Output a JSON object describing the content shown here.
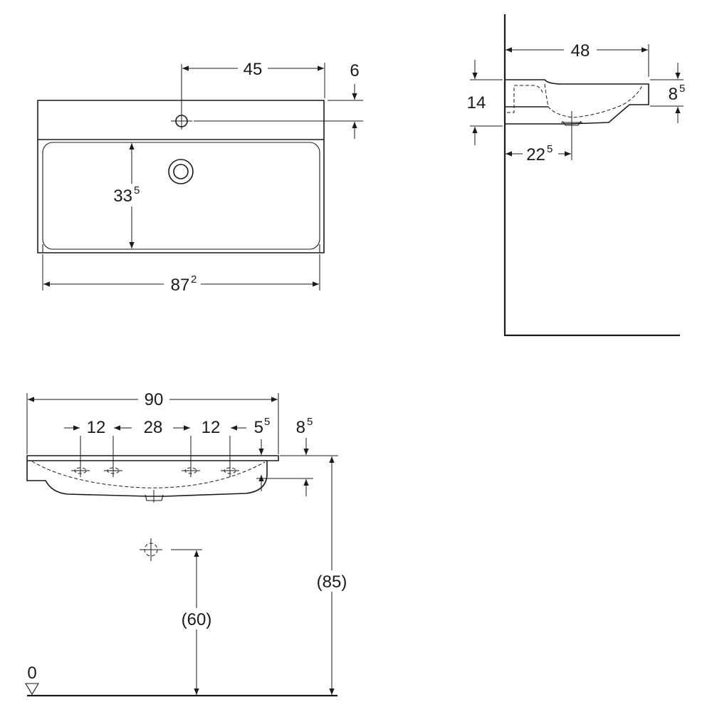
{
  "colors": {
    "line": "#1a1a1a",
    "background": "#ffffff"
  },
  "top_view": {
    "tap_offset": {
      "main": "45"
    },
    "tap_hole_depth": {
      "main": "6"
    },
    "basin_depth": {
      "main": "33",
      "sup": "5"
    },
    "basin_width": {
      "main": "87",
      "sup": "2"
    }
  },
  "side_view": {
    "depth": {
      "main": "48"
    },
    "height": {
      "main": "14"
    },
    "rim_height": {
      "main": "8",
      "sup": "5"
    },
    "drain_offset": {
      "main": "22",
      "sup": "5"
    }
  },
  "front_view": {
    "overall_width": {
      "main": "90"
    },
    "hole_spacing_1": {
      "main": "12"
    },
    "hole_spacing_2": {
      "main": "28"
    },
    "hole_spacing_3": {
      "main": "12"
    },
    "hole_spacing_4": {
      "main": "5",
      "sup": "5"
    },
    "rim_height": {
      "main": "8",
      "sup": "5"
    },
    "mount_height": {
      "main": "(85)"
    },
    "drain_height": {
      "main": "(60)"
    },
    "floor_level": {
      "main": "0"
    }
  }
}
